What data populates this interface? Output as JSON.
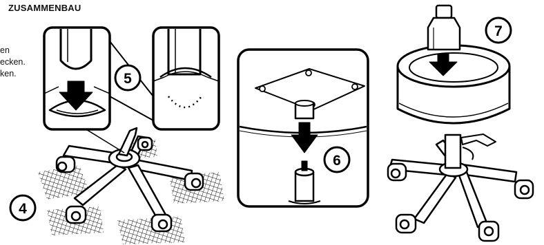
{
  "heading": "ZUSAMMENBAU",
  "text_fragments": [
    "en",
    "ecken.",
    "ken."
  ],
  "steps": [
    "4",
    "5",
    "6",
    "7"
  ]
}
